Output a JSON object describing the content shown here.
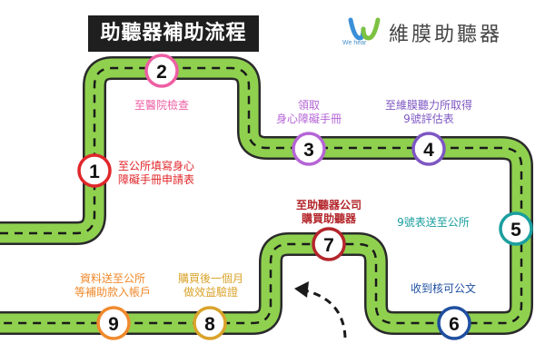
{
  "title": "助聽器補助流程",
  "logo": {
    "sub": "We hear",
    "name": "維膜助聽器"
  },
  "colors": {
    "road": "#8fd14f",
    "road_edge": "#2a2a2a",
    "dash": "#1a1a1a",
    "title_bg": "#1f1f1f",
    "logo_blue": "#3b8fd9",
    "logo_green": "#7cc242"
  },
  "steps": [
    {
      "number": "1",
      "label": [
        "至公所填寫身心",
        "障礙手冊申請表"
      ],
      "color": "#e0262a"
    },
    {
      "number": "2",
      "label": [
        "至醫院檢查"
      ],
      "color": "#ee5ea3"
    },
    {
      "number": "3",
      "label": [
        "領取",
        "身心障礙手冊"
      ],
      "color": "#b565d6"
    },
    {
      "number": "4",
      "label": [
        "至維膜聽力所取得",
        "9號評估表"
      ],
      "color": "#7e57c2"
    },
    {
      "number": "5",
      "label": [
        "9號表送至公所"
      ],
      "color": "#1a9e9e"
    },
    {
      "number": "6",
      "label": [
        "收到核可公文"
      ],
      "color": "#1f4fa0"
    },
    {
      "number": "7",
      "label": [
        "至助聽器公司",
        "購買助聽器"
      ],
      "color": "#b3262b"
    },
    {
      "number": "8",
      "label": [
        "購買後一個月",
        "做效益驗證"
      ],
      "color": "#d9a32a"
    },
    {
      "number": "9",
      "label": [
        "資料送至公所",
        "等補助款入帳戶"
      ],
      "color": "#f08a2c"
    }
  ]
}
